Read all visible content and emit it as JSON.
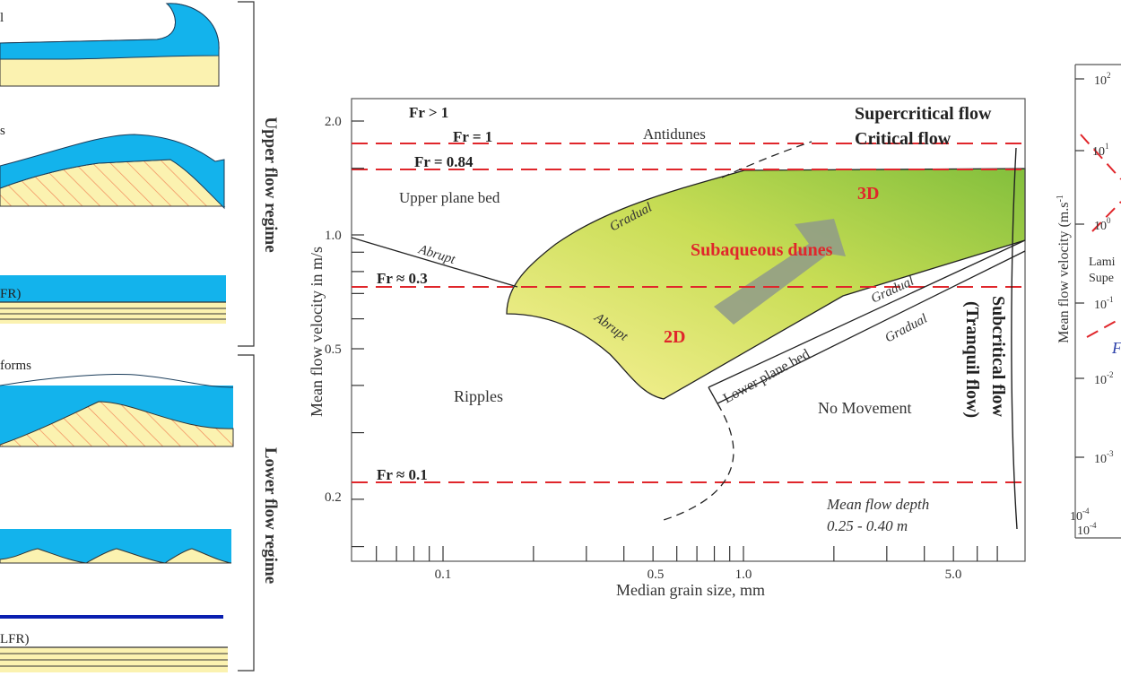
{
  "left_panel": {
    "upper_regime_label": "Upper flow regime",
    "lower_regime_label": "Lower flow regime",
    "fragment_1": "l",
    "fragment_2": "s",
    "fragment_3": "FR)",
    "fragment_4": "forms",
    "fragment_5": "LFR)"
  },
  "main_chart": {
    "xlabel": "Median grain size, mm",
    "ylabel": "Mean flow velocity in m/s",
    "x_ticks": [
      {
        "value": 0.1,
        "label": "0.1"
      },
      {
        "value": 0.5,
        "label": "0.5"
      },
      {
        "value": 1.0,
        "label": "1.0"
      },
      {
        "value": 5.0,
        "label": "5.0"
      }
    ],
    "y_ticks": [
      {
        "value": 0.2,
        "label": "0.2"
      },
      {
        "value": 0.5,
        "label": "0.5"
      },
      {
        "value": 1.0,
        "label": "1.0"
      },
      {
        "value": 2.0,
        "label": "2.0"
      }
    ],
    "froude": {
      "gt1": "Fr > 1",
      "eq1": "Fr = 1",
      "eq084": "Fr = 0.84",
      "eq03": "Fr ≈ 0.3",
      "eq01": "Fr ≈ 0.1"
    },
    "regions": {
      "antidunes": "Antidunes",
      "upper_plane_bed": "Upper plane bed",
      "subaqueous_dunes": "Subaqueous dunes",
      "dunes_3d": "3D",
      "dunes_2d": "2D",
      "ripples": "Ripples",
      "no_movement": "No Movement",
      "lower_plane_bed": "Lower plane bed"
    },
    "boundaries": {
      "gradual_top": "Gradual",
      "abrupt_left": "Abrupt",
      "abrupt_bottom": "Abrupt",
      "gradual_right": "Gradual",
      "gradual_lower": "Gradual"
    },
    "flow_labels": {
      "supercritical": "Supercritical flow",
      "critical": "Critical flow",
      "subcritical": "Subcritical flow",
      "tranquil": "(Tranquil flow)"
    },
    "depth_note_1": "Mean flow depth",
    "depth_note_2": "0.25 - 0.40 m",
    "colors": {
      "froude_line": "#e0262b",
      "dune_field_light": "#fbf29a",
      "dune_field_dark": "#8cc63f",
      "label_red": "#e0262b",
      "water": "#13b3ec",
      "sand": "#fbf2b0"
    }
  },
  "right_panel": {
    "ylabel": "Mean flow velocity (m.s",
    "ylabel_exp": "-1",
    "ticks": [
      {
        "base": "10",
        "exp": "2"
      },
      {
        "base": "10",
        "exp": "1"
      },
      {
        "base": "10",
        "exp": "0"
      },
      {
        "base": "10",
        "exp": "-1"
      },
      {
        "base": "10",
        "exp": "-2"
      },
      {
        "base": "10",
        "exp": "-3"
      },
      {
        "base": "10",
        "exp": "-4"
      }
    ],
    "x_first": {
      "base": "10",
      "exp": "-4"
    },
    "fragment_lami": "Lami",
    "fragment_supe": "Supe",
    "fragment_f": "F"
  }
}
